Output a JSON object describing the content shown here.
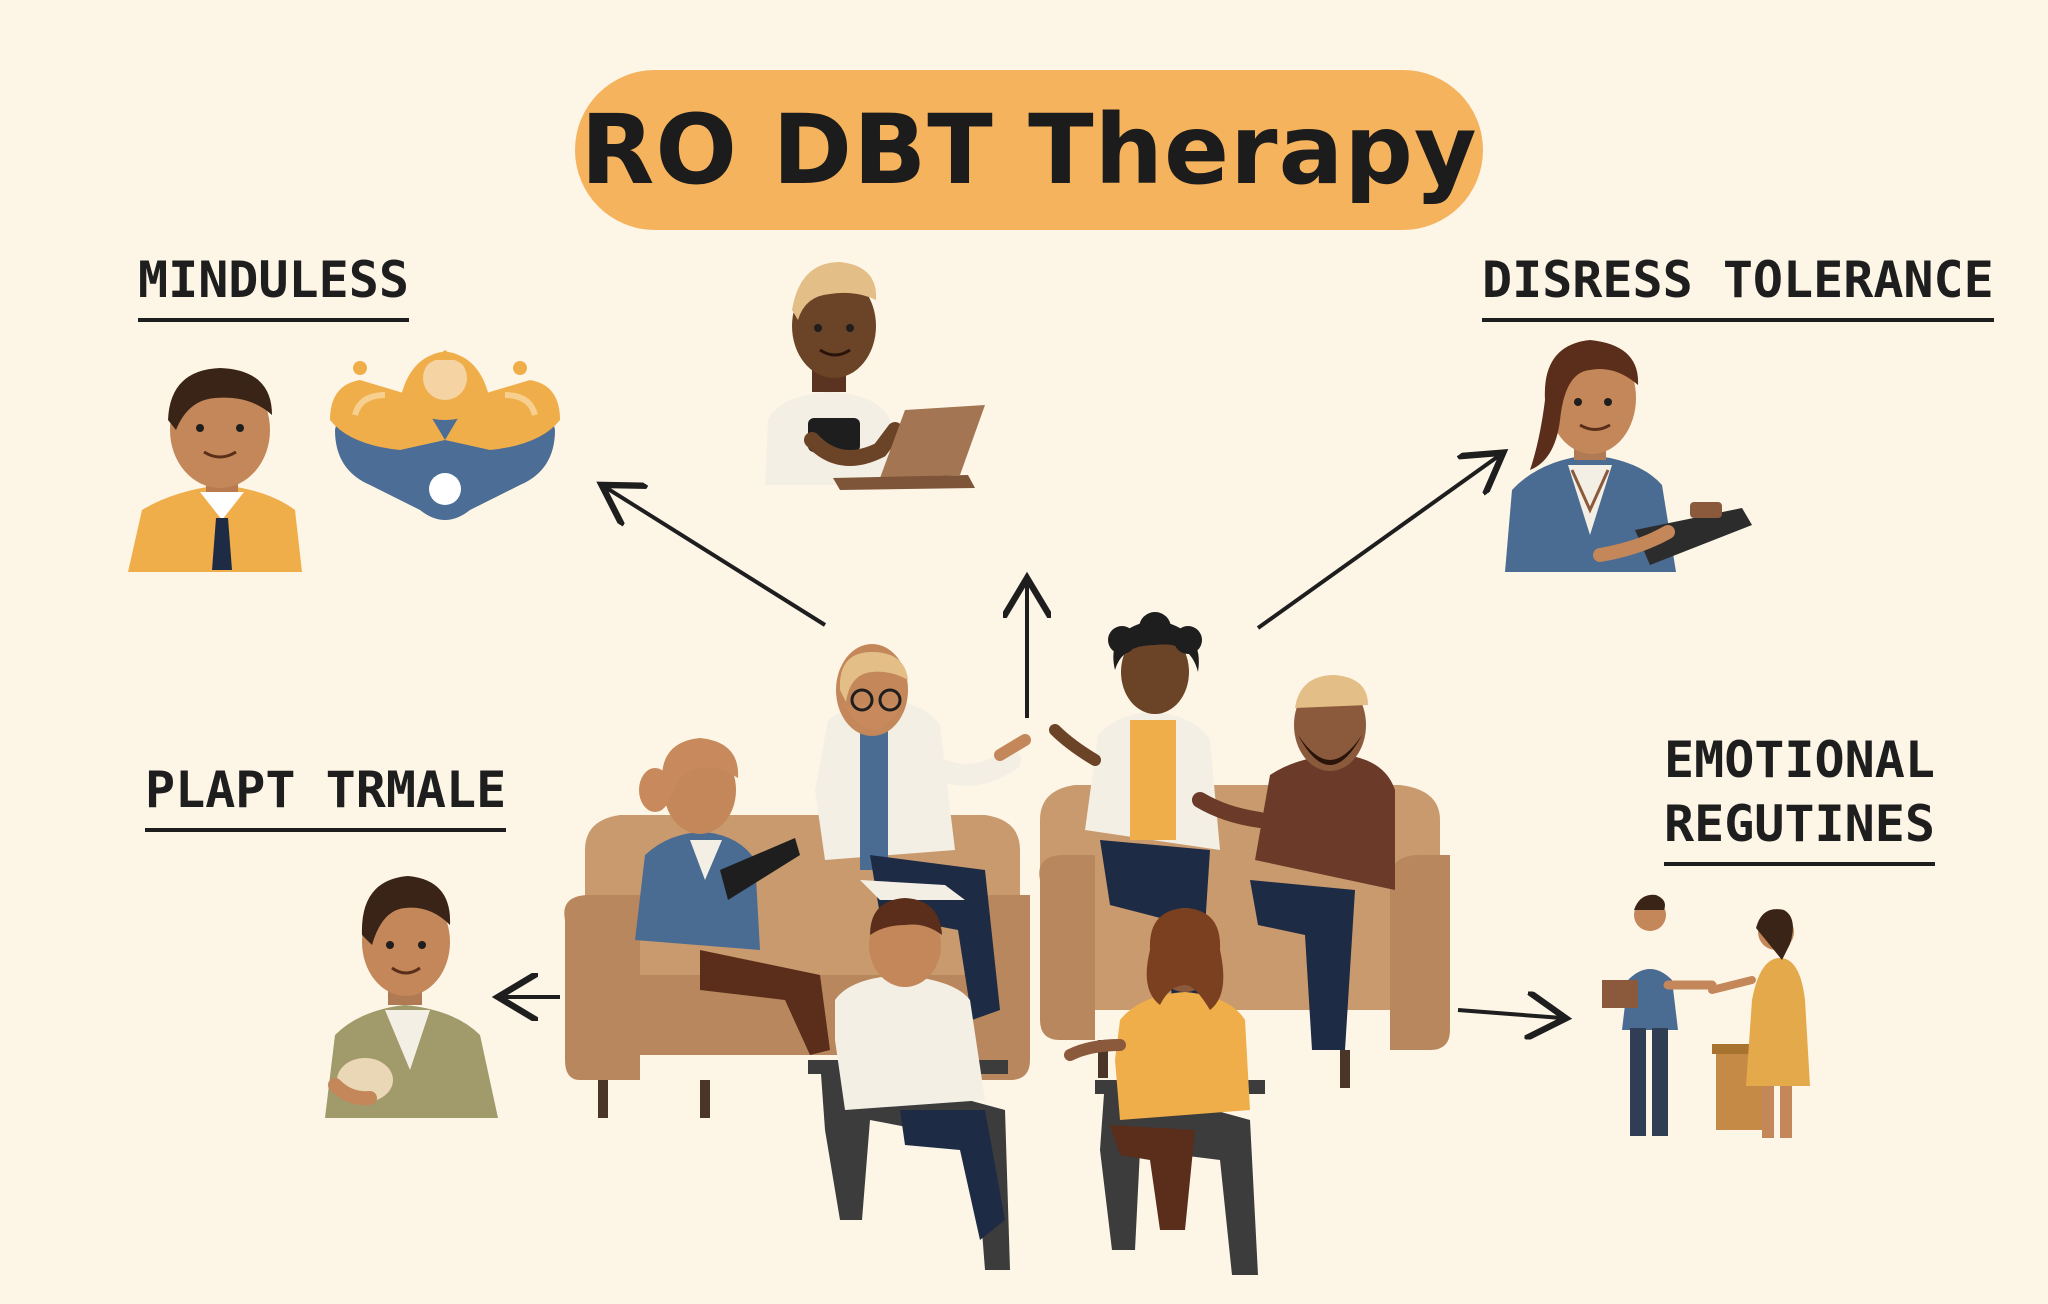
{
  "title": "RO DBT Therapy",
  "labels": {
    "top_left": "MINDULESS",
    "top_right": "DISRESS TOLERANCE",
    "mid_left": "PLAPT TRMALE",
    "mid_right_line1": "EMOTIONAL",
    "mid_right_line2": "REGUTINES"
  },
  "colors": {
    "background": "#fdf5e6",
    "title_pill": "#f5b35d",
    "sofa": "#c99a6e",
    "mustard": "#efae4a",
    "navy": "#2f3e55",
    "denim": "#4a6b92"
  }
}
